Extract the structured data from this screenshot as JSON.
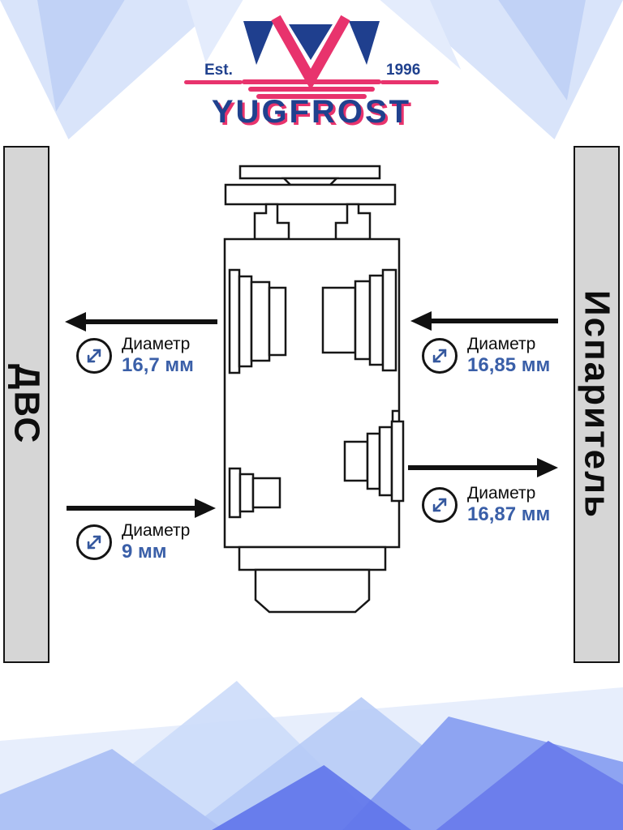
{
  "logo": {
    "est": "Est.",
    "year": "1996",
    "brand": "YUGFROST"
  },
  "side_labels": {
    "left": "ДВС",
    "right": "Испаритель"
  },
  "callouts": {
    "top_left": {
      "label": "Диаметр",
      "value": "16,7 мм"
    },
    "top_right": {
      "label": "Диаметр",
      "value": "16,85 мм"
    },
    "bottom_left": {
      "label": "Диаметр",
      "value": "9 мм"
    },
    "bottom_right": {
      "label": "Диаметр",
      "value": "16,87 мм"
    }
  },
  "icons": {
    "diameter_icon": "⤢ (diagonal double-headed arrow in circle)"
  },
  "colors": {
    "brand_blue": "#20418e",
    "brand_pink": "#e8336d",
    "value_blue": "#3a5fa8",
    "bar_gray": "#d6d6d6",
    "line_black": "#141414",
    "decor_light_blue": "#cfdcf8",
    "decor_mid_blue": "#8ea4f2",
    "decor_dark_blue": "#5f74ea"
  }
}
